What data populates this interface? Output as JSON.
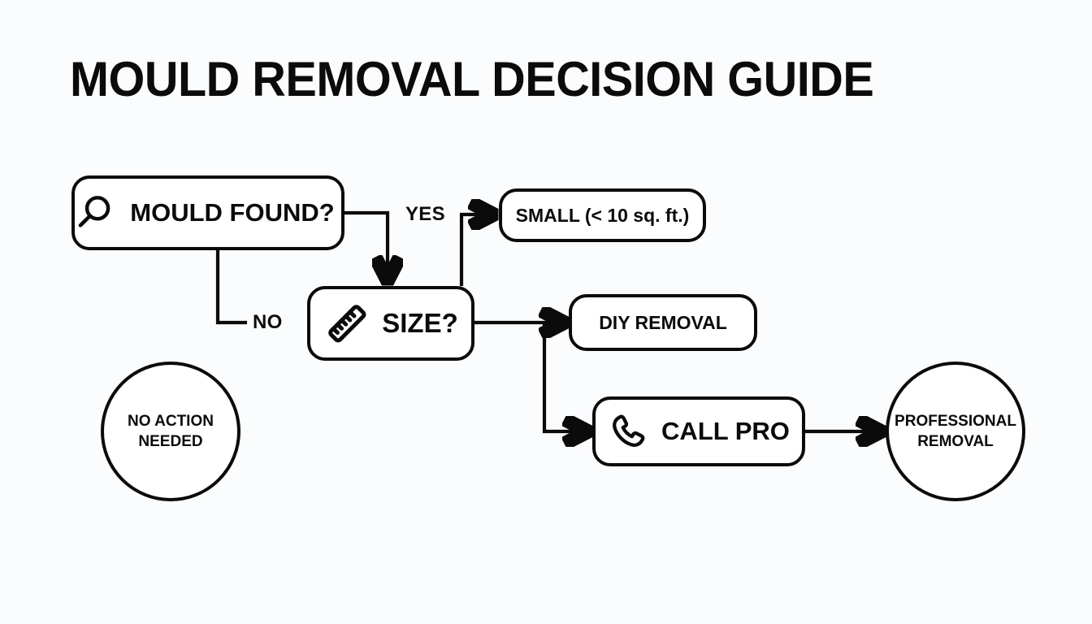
{
  "page": {
    "title": "MOULD REMOVAL DECISION GUIDE",
    "background_color": "#fbfcfd",
    "ink_color": "#0b0b0b"
  },
  "diagram": {
    "type": "flowchart",
    "nodes": [
      {
        "id": "mould-found",
        "label": "MOULD FOUND?",
        "shape": "rounded-rect",
        "icon": "magnifier-icon",
        "role": "decision"
      },
      {
        "id": "size",
        "label": "SIZE?",
        "shape": "rounded-rect",
        "icon": "ruler-icon",
        "role": "decision"
      },
      {
        "id": "small",
        "label": "SMALL (< 10 sq. ft.)",
        "shape": "rounded-rect",
        "icon": null,
        "role": "condition"
      },
      {
        "id": "diy",
        "label": "DIY REMOVAL",
        "shape": "rounded-rect",
        "icon": null,
        "role": "action"
      },
      {
        "id": "call-pro",
        "label": "CALL PRO",
        "shape": "rounded-rect",
        "icon": "phone-icon",
        "role": "action"
      },
      {
        "id": "no-action",
        "label_line_1": "NO ACTION",
        "label_line_2": "NEEDED",
        "shape": "circle",
        "role": "terminal"
      },
      {
        "id": "professional",
        "label_line_1": "PROFESSIONAL",
        "label_line_2": "REMOVAL",
        "shape": "circle",
        "role": "terminal"
      }
    ],
    "edge_labels": {
      "yes": "YES",
      "no": "NO"
    },
    "edges": [
      {
        "from": "mould-found",
        "to": "size",
        "label": "YES",
        "arrow": true
      },
      {
        "from": "mould-found",
        "to": "no-action",
        "label": "NO",
        "arrow": false
      },
      {
        "from": "size",
        "to": "small",
        "label": "",
        "arrow": true
      },
      {
        "from": "size",
        "to": "diy",
        "label": "",
        "arrow": true
      },
      {
        "from": "size",
        "to": "call-pro",
        "label": "",
        "arrow": true
      },
      {
        "from": "call-pro",
        "to": "professional",
        "label": "",
        "arrow": true
      }
    ]
  }
}
